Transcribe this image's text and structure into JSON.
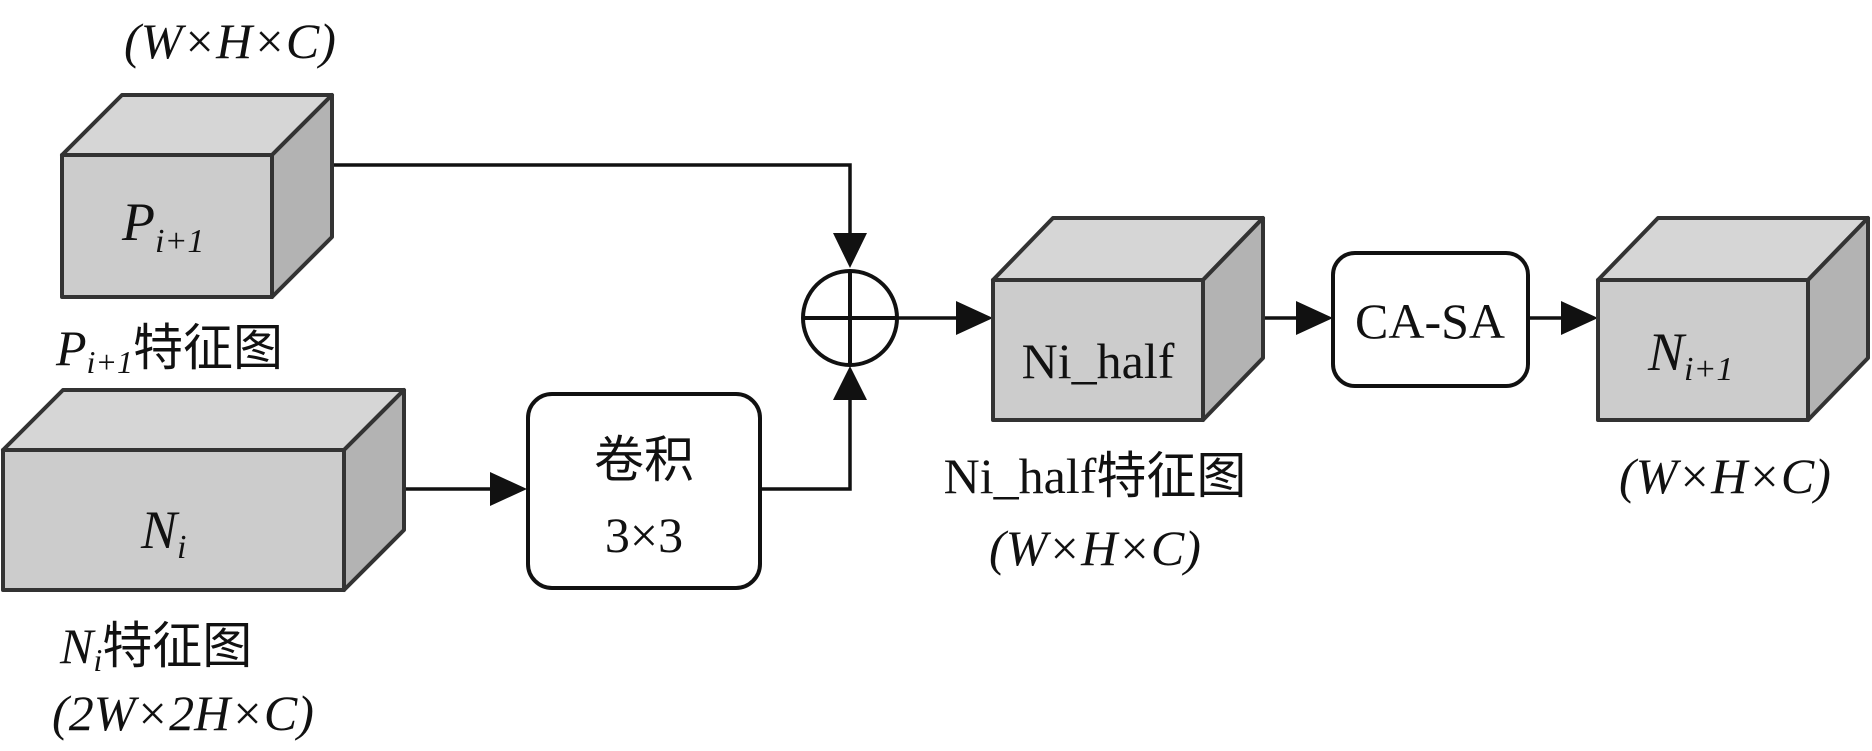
{
  "colors": {
    "cube_front": "#cccccc",
    "cube_side": "#b3b3b3",
    "cube_top": "#d6d6d6",
    "edge": "#333333",
    "arrow": "#111111",
    "background": "#ffffff"
  },
  "top_dims": "(W×H×C)",
  "p_cube": {
    "symbol": "P",
    "subscript": "i+1",
    "caption_symbol": "P",
    "caption_subscript": "i+1",
    "caption_text": "特征图"
  },
  "n_cube": {
    "symbol": "N",
    "subscript": "i",
    "caption_symbol": "N",
    "caption_subscript": "i",
    "caption_text": "特征图",
    "dims": "(2W×2H×C)"
  },
  "conv_block": {
    "line1": "卷积",
    "line2": "3×3"
  },
  "sum_node": {
    "icon": "circle-plus-icon"
  },
  "half_cube": {
    "label": "Ni_half",
    "caption": "Ni_half特征图",
    "dims": "(W×H×C)"
  },
  "attention_block": {
    "label": "CA-SA"
  },
  "out_cube": {
    "symbol": "N",
    "subscript": "i+1",
    "dims": "(W×H×C)"
  }
}
